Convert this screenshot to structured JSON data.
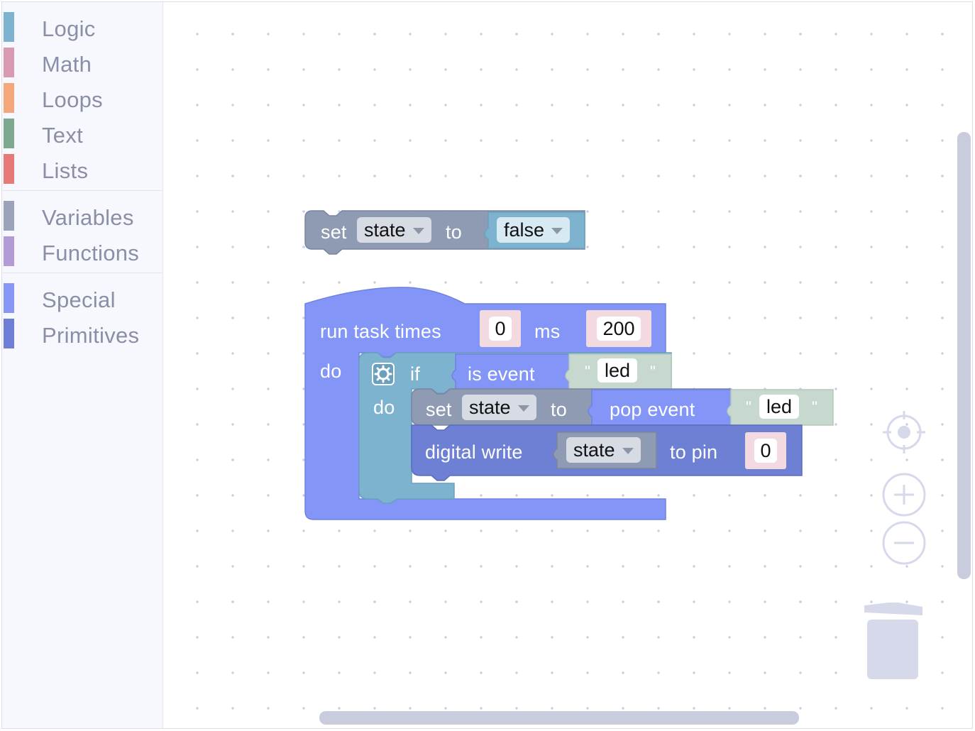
{
  "toolbox": {
    "groups": [
      {
        "items": [
          {
            "label": "Logic",
            "color": "#7eb3d0"
          },
          {
            "label": "Math",
            "color": "#d89ab1"
          },
          {
            "label": "Loops",
            "color": "#f3a77b"
          },
          {
            "label": "Text",
            "color": "#7fa890"
          },
          {
            "label": "Lists",
            "color": "#e87979"
          }
        ]
      },
      {
        "items": [
          {
            "label": "Variables",
            "color": "#9aa3b8"
          },
          {
            "label": "Functions",
            "color": "#b39bd6"
          }
        ]
      },
      {
        "items": [
          {
            "label": "Special",
            "color": "#8897f4"
          },
          {
            "label": "Primitives",
            "color": "#6f7fd6"
          }
        ]
      }
    ]
  },
  "blocks": {
    "set_top": {
      "set": "set",
      "var": "state",
      "to": "to",
      "value": "false"
    },
    "task": {
      "run_task_times": "run task times",
      "first_value": "0",
      "ms": "ms",
      "second_value": "200",
      "do": "do"
    },
    "if_block": {
      "if": "if",
      "do": "do",
      "is_event": "is event",
      "event_text": "led"
    },
    "set_inner": {
      "set": "set",
      "var": "state",
      "to": "to",
      "pop_event": "pop event",
      "event_text": "led"
    },
    "digital_write": {
      "label": "digital write",
      "var": "state",
      "to_pin": "to pin",
      "pin": "0"
    },
    "quote_mark": "\""
  },
  "colors": {
    "variables": "#8f9bb3",
    "logic": "#7eb3d0",
    "special": "#8396f7",
    "primitives": "#6d80d3",
    "text": "#c7d9cf",
    "math_field": "#f3d9e0",
    "workspace_dots": "#c9cbe2"
  },
  "controls": {
    "recenter": "recenter-icon",
    "zoom_in": "zoom-in-icon",
    "zoom_out": "zoom-out-icon",
    "trash": "trash-icon"
  }
}
